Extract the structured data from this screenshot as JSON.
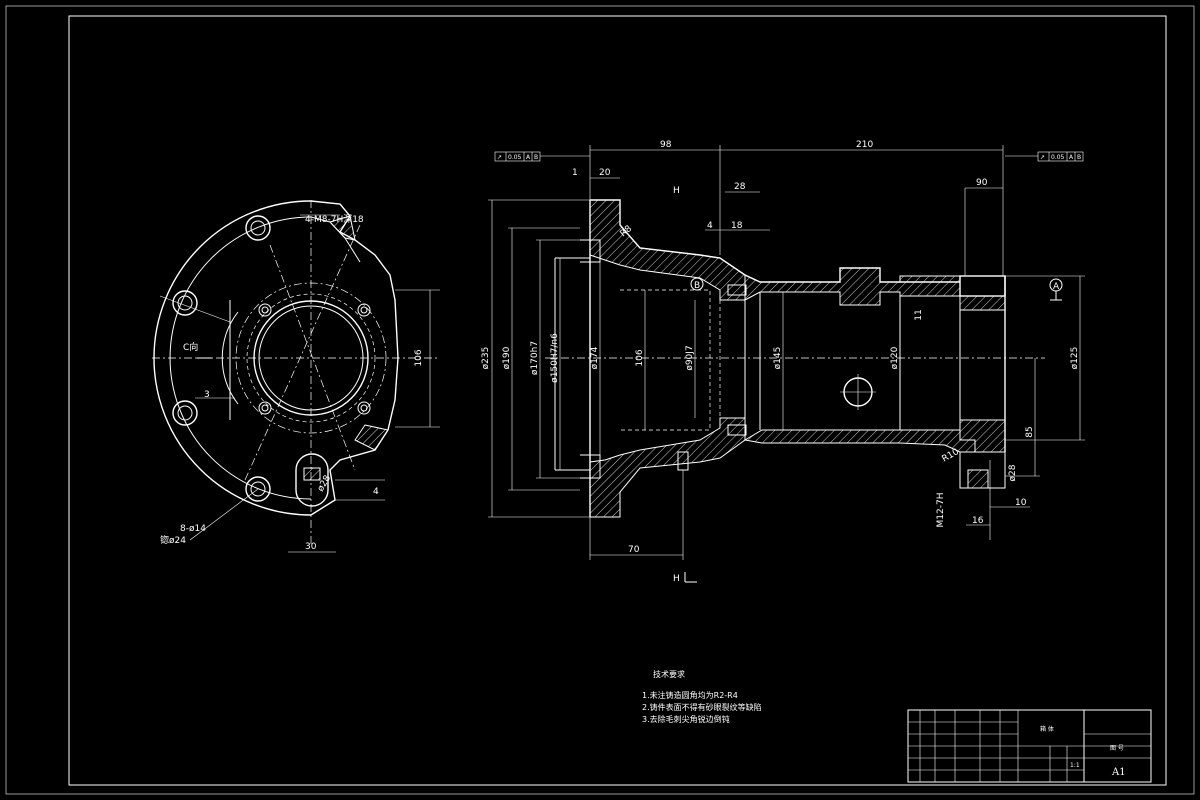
{
  "colors": {
    "background": "#000000",
    "lines": "#ffffff"
  },
  "left_view": {
    "section_mark": "C向",
    "dims": {
      "thread_holes": "4-M8-7H深18",
      "height_106": "106",
      "dim_3": "3",
      "dim_4": "4",
      "dim_30": "30",
      "phi28": "ø28",
      "holes": "8-ø14",
      "counterbore": "锪ø24"
    }
  },
  "section_view": {
    "top_dims": {
      "d98": "98",
      "d210": "210",
      "d20": "20",
      "d28": "28",
      "d90": "90",
      "d4": "4",
      "d18": "18",
      "d1": "1"
    },
    "tolerance_left": {
      "symbol": "↗",
      "value": "0.05",
      "datum1": "A",
      "datum2": "B"
    },
    "tolerance_right": {
      "symbol": "↗",
      "value": "0.05",
      "datum1": "A",
      "datum2": "B"
    },
    "datum_a": "A",
    "datum_b": "B",
    "section_label": "H",
    "radius_top": "R8",
    "radius_bottom": "R10",
    "vertical_dims": {
      "d235": "ø235",
      "d190": "ø190",
      "d170": "ø170h7",
      "d150": "ø150H7/n6",
      "d174": "ø174",
      "d106": "106",
      "d90": "ø90J7",
      "d145": "ø145",
      "d120": "ø120",
      "d11": "11",
      "d125": "ø125",
      "d85": "85",
      "d28b": "ø28",
      "d10": "10",
      "d16": "16",
      "d70": "70",
      "m12": "M12-7H"
    }
  },
  "notes": {
    "title": "技术要求",
    "lines": [
      "1.未注铸造圆角均为R2-R4",
      "2.铸件表面不得有砂眼裂纹等缺陷",
      "3.去除毛刺尖角锐边倒钝"
    ]
  },
  "title_block": {
    "part_name": "箱 体",
    "drawing_name": "图 号",
    "scale": "1:1",
    "sheet_size": "A1"
  }
}
